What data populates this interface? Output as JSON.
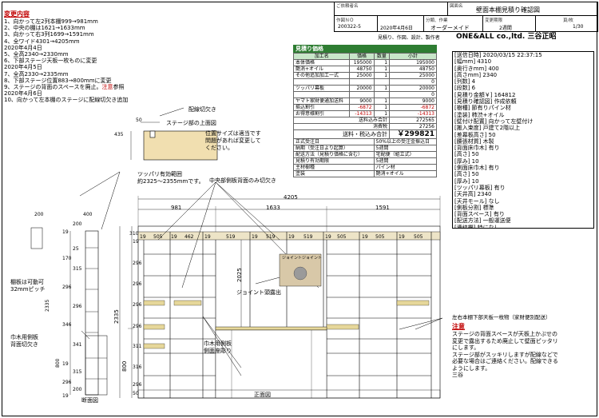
{
  "header": {
    "customer_label": "ご依頼者名",
    "drawing_name_label": "図面名",
    "drawing_name": "壁面本棚見積り確認図",
    "work_no_label": "作図ＮＯ",
    "work_no": "200322-5",
    "date_label": "分類、作業",
    "date": "2020年4月6日",
    "category": "オーダーメイド",
    "period_label": "変更期限",
    "period": "2週間",
    "page_label": "頁/枚",
    "page": "1/30",
    "maker_note": "見積り、作図、設計、製作者",
    "company": "ONE&ALL co.,ltd. 三谷正昭"
  },
  "changes": {
    "title": "変更内容",
    "lines": [
      "1、向かって左2列本棚999→981mm",
      "2、中央の棚は1621→1633mm",
      "3、向かって右3列1699→1591mm",
      "4、全ワイド4301→4205mm",
      "2020年4月4日",
      "5、全高2340→2330mm",
      "6、下部ステージ天板一枚ものに変更",
      "2020年4月5日",
      "7、全高2330→2335mm",
      "8、下部ステージ位置883→800mmに変更",
      "9、ステージの背面のスペースを廃止。",
      "2020年4月6日",
      "10、向かって左本棚のステージに配線切欠き追加"
    ],
    "red_suffix": "注意",
    "red_suffix_rest": "参照"
  },
  "price": {
    "title": "見積り価格",
    "columns": [
      "加工名",
      "価格",
      "数量",
      "小計"
    ],
    "rows": [
      [
        "本体価格",
        "195000",
        "1",
        "195000"
      ],
      [
        "艶消+オイル",
        "48750",
        "1",
        "48750"
      ],
      [
        "その他追加加工一式",
        "25000",
        "1",
        "25000"
      ],
      [
        "",
        "",
        "",
        "0"
      ],
      [
        "ツッパリ幕板",
        "20000",
        "1",
        "20000"
      ],
      [
        "",
        "",
        "",
        "0"
      ],
      [
        "ヤマト家財便通加送料",
        "9000",
        "1",
        "9000"
      ],
      [
        "揃込割引",
        "-6872",
        "1",
        "-6872"
      ],
      [
        "お得意様割引",
        "-14313",
        "1",
        "-14313"
      ]
    ],
    "totals": [
      [
        "送料込み合計",
        "272565"
      ],
      [
        "消費税",
        "27256"
      ]
    ],
    "grand_label": "送料・税込み合計",
    "grand": "￥299821",
    "info_rows": [
      [
        "正式受注日",
        "50%以上の受注金振込日"
      ],
      [
        "納期（受注日より起算）",
        "5週間"
      ],
      [
        "配送方法（見積り価格に含む）",
        "宅配便（組立式）"
      ],
      [
        "見積り有効期限",
        "5週間"
      ],
      [
        "主材樹種",
        "パイン材"
      ],
      [
        "塗装",
        "艶消+オイル"
      ]
    ]
  },
  "spec": [
    "[送信日時] 2020/03/15 22:37:15",
    "[幅mm] 4310",
    "[奥行きmm] 400",
    "[高さmm] 2340",
    "[列数] 4",
    "[段数] 6",
    "[見積り金額￥] 164812",
    "[見積り確認図] 作成依頼",
    "[樹種] 節有りパイン材",
    "[塗装] 柿渋+オイル",
    "[壁付け配置] 向かって左壁付け",
    "[搬入束度] 戸建て2階以上",
    "[差幕板高さ] 50",
    "[腰張材質] 木製",
    "[背面床巾木] 有り",
    "[高さ] 50",
    "[厚み] 10",
    "[側面床巾木] 有り",
    "[高さ] 50",
    "[厚み] 10",
    "[ツッパリ幕板] 有り",
    "[天井高] 2340",
    "[天井モール] なし",
    "[側板分割] 標準",
    "[背面スペース] 有り",
    "[配送方法] 一般運送便",
    "[連絡欄] 特になし"
  ],
  "notes": {
    "title": "注意",
    "lines": [
      "ステージの背面スペースが天板上かぶせの",
      "変更で露出するため廃止して壁面ピッタリ",
      "にします。",
      "ステージ部がスッキリしますが配線などで",
      "必要な場合はご連絡ください。配線できる",
      "ようにします。",
      "三谷"
    ]
  },
  "drawing": {
    "stage_top_label": "ステージ部の上面図",
    "cable_label": "配線切欠き",
    "position_note": [
      "位置サイズは適当です",
      "問題があれば変更して",
      "ください。"
    ],
    "tsuppari_label": "ツッパリ有効範囲",
    "tsuppari_range": "約2325～2355mmです。",
    "center_back_label": "中央部側板背面のみ切欠き",
    "joint_label": "ジョイント頭露出",
    "joint_photo": "ジョイントジョイント",
    "shelf_movable": [
      "棚板は可動可",
      "32mmピッチ"
    ],
    "baseboard_left": [
      "巾木用側板",
      "背面切欠き"
    ],
    "baseboard_center": [
      "巾木用側板",
      "側面座彫り"
    ],
    "side_view": "断面図",
    "front_view": "正面図",
    "right_bottom": "左右本棚下部天板一枚物（家財便別配送）",
    "total_width": "4205",
    "width_left": "981",
    "width_center": "1633",
    "width_right": "1591",
    "height_total": "2335",
    "height_upper": "2025",
    "height_lower": "800",
    "dim_435": "435",
    "dim_50": "50",
    "dim_310": "310",
    "dim_200": "200",
    "dim_400": "400",
    "side_dims": [
      "200",
      "19",
      "25",
      "170",
      "315",
      "296",
      "296",
      "346",
      "341",
      "19",
      "315",
      "296",
      "200",
      "19"
    ],
    "col_labels": [
      "19",
      "505",
      "19",
      "462",
      "19",
      "519",
      "19",
      "519",
      "19",
      "519",
      "19",
      "505",
      "19",
      "505",
      "19",
      "505"
    ],
    "row_dims": [
      "19",
      "296",
      "296",
      "296",
      "296",
      "311",
      "316",
      "296",
      "50"
    ]
  }
}
